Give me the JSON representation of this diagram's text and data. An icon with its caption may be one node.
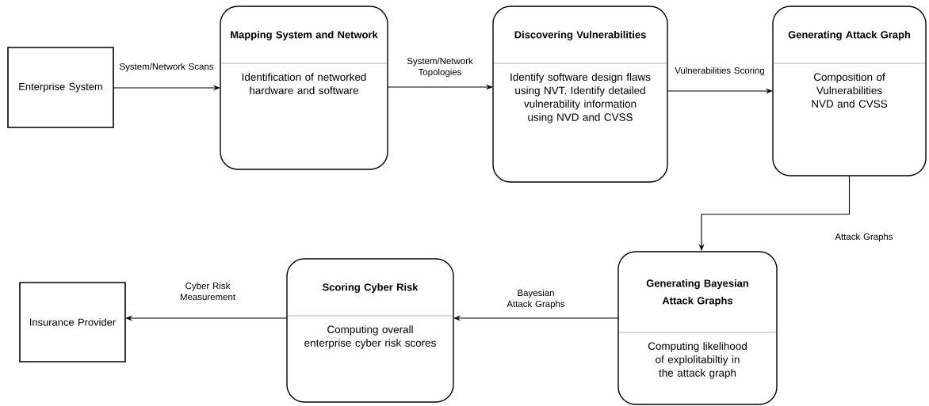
{
  "diagram": {
    "nodes": [
      {
        "text": [
          "Enterprise System"
        ]
      },
      {
        "text": [
          "Mapping System and Network",
          "Identification of networked hardware and software"
        ]
      },
      {
        "text": [
          "Discovering Vulnerabilities",
          "Identify software design flaws using NVT. Identify detailed vulnerability information using NVD and CVSS"
        ]
      },
      {
        "text": [
          "Generating Attack Graph",
          "Composition of Vulnerabilities NVD and CVSS"
        ]
      },
      {
        "text": [
          "Generating Bayesian Attack Graphs",
          "Computing likelihood of explolitabiltiy in the attack graph"
        ]
      },
      {
        "text": [
          "Scoring Cyber Risk",
          "Computing overall enterprise cyber risk scores"
        ]
      },
      {
        "text": [
          "Insurance Provider"
        ]
      }
    ],
    "edges": [
      {
        "from": 0,
        "to": 1,
        "arrow": "to",
        "label": "System/Network Scans"
      },
      {
        "from": 1,
        "to": 2,
        "arrow": "to",
        "label": "System/Network Topologies"
      },
      {
        "from": 2,
        "to": 3,
        "arrow": "to",
        "label": "Vulnerabilities Scoring"
      },
      {
        "from": 3,
        "to": 4,
        "arrow": "to",
        "label": "Attack Graphs"
      },
      {
        "from": 4,
        "to": 5,
        "arrow": "to",
        "label": "Bayesian Attack Graphs"
      },
      {
        "from": 5,
        "to": 6,
        "arrow": "to",
        "label": "Cyber Risk Measurement"
      }
    ]
  }
}
